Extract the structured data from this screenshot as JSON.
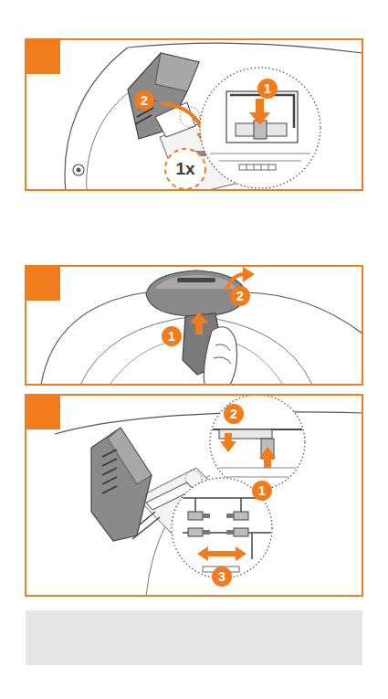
{
  "diagram": {
    "labels": [
      "2",
      "1",
      "1x",
      "1",
      "2",
      "2",
      "1",
      "3"
    ]
  }
}
